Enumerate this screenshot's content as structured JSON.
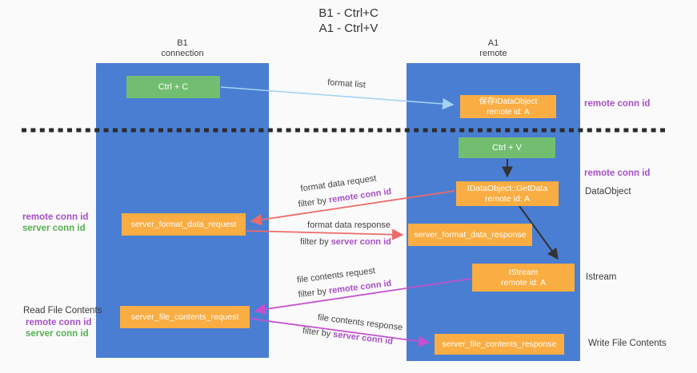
{
  "title": {
    "line1": "B1 - Ctrl+C",
    "line2": "A1 - Ctrl+V"
  },
  "lanes": {
    "left": {
      "name": "B1",
      "subtitle": "connection"
    },
    "right": {
      "name": "A1",
      "subtitle": "remote"
    }
  },
  "boxes": {
    "ctrl_c": "Ctrl + C",
    "ctrl_v": "Ctrl + V",
    "save_dataobject": {
      "line1": "保存IDataObject",
      "line2": "remote id: A"
    },
    "getdata": {
      "line1": "IDataObject::GetData",
      "line2": "remote id: A"
    },
    "istream": {
      "line1": "IStream",
      "line2": "remote id: A"
    },
    "format_request": "server_format_data_request",
    "format_response": "server_format_data_response",
    "file_request": "server_file_contents_request",
    "file_response": "server_file_contents_response"
  },
  "arrow_labels": {
    "format_list": "format list",
    "format_data_request": "format data request",
    "format_data_response": "format data response",
    "file_contents_request": "file contents request",
    "file_contents_response": "file contents response",
    "filter_by": "filter by ",
    "remote_conn_id": "remote conn id",
    "server_conn_id": "server conn id"
  },
  "side_labels": {
    "remote_conn_id": "remote conn id",
    "server_conn_id": "server conn id",
    "dataobject": "DataObject",
    "istream": "Istream",
    "read_file_contents": "Read File Contents",
    "write_file_contents": "Write File Contents"
  },
  "colors": {
    "lane_blue": "#4a7ed2",
    "box_green": "#72be70",
    "box_orange": "#f9ad42",
    "arrow_lightblue": "#a5d2f3",
    "arrow_black": "#333333",
    "arrow_salmon": "#ee6b68",
    "arrow_magenta": "#c550cd",
    "label_purple": "#a74fc6",
    "label_green": "#53af50",
    "dashed_divider": "#2b2b2b"
  }
}
